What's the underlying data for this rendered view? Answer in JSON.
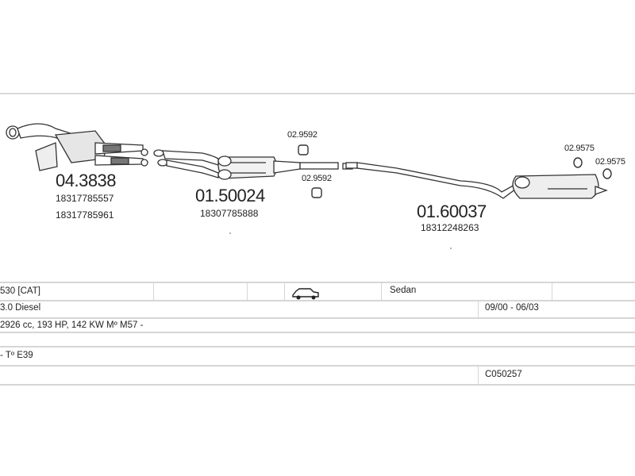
{
  "parts": [
    {
      "number": "04.3838",
      "oem": [
        "18317785557",
        "18317785961"
      ]
    },
    {
      "number": "01.50024",
      "oem": [
        "18307785888"
      ]
    },
    {
      "number": "01.60037",
      "oem": [
        "18312248263"
      ]
    }
  ],
  "clamps": [
    {
      "number": "02.9592"
    },
    {
      "number": "02.9592"
    },
    {
      "number": "02.9575"
    },
    {
      "number": "02.9575"
    }
  ],
  "vehicle": {
    "model": "530  [CAT]",
    "body_icon": "car-icon",
    "body_type": "Sedan",
    "engine": "3.0 Diesel",
    "years": "09/00 - 06/03",
    "specs": "2926 cc, 193 HP, 142 KW Mº M57 -",
    "type": "- Tº E39",
    "code": "C050257"
  }
}
